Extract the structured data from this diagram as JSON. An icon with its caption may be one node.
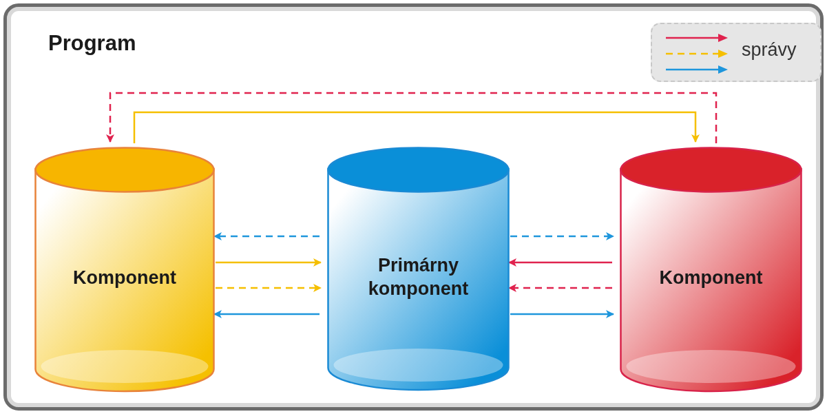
{
  "diagram": {
    "nodes": [
      {
        "text": [
          "Program"
        ]
      },
      {
        "text": [
          "Komponent"
        ],
        "in": 0
      },
      {
        "text": [
          "Primárny komponent"
        ],
        "in": 0
      },
      {
        "text": [
          "Komponent"
        ],
        "in": 0
      }
    ],
    "edges": [
      {
        "from": 3,
        "to": 1,
        "arrow": "to",
        "style": "dashed",
        "color": "#e0234e"
      },
      {
        "from": 1,
        "to": 3,
        "arrow": "to",
        "color": "#f5bf00"
      },
      {
        "from": 2,
        "to": 1,
        "arrow": "to",
        "style": "dashed",
        "color": "#1e96dc"
      },
      {
        "from": 1,
        "to": 2,
        "arrow": "to",
        "color": "#f5bf00"
      },
      {
        "from": 1,
        "to": 2,
        "arrow": "to",
        "style": "dashed",
        "color": "#f5bf00"
      },
      {
        "from": 2,
        "to": 1,
        "arrow": "to",
        "color": "#1e96dc"
      },
      {
        "from": 2,
        "to": 3,
        "arrow": "to",
        "style": "dashed",
        "color": "#1e96dc"
      },
      {
        "from": 3,
        "to": 2,
        "arrow": "to",
        "color": "#e0234e"
      },
      {
        "from": 3,
        "to": 2,
        "arrow": "to",
        "style": "dashed",
        "color": "#e0234e"
      },
      {
        "from": 2,
        "to": 3,
        "arrow": "to",
        "color": "#1e96dc"
      }
    ],
    "legend": [
      {
        "text": "správy"
      }
    ]
  }
}
